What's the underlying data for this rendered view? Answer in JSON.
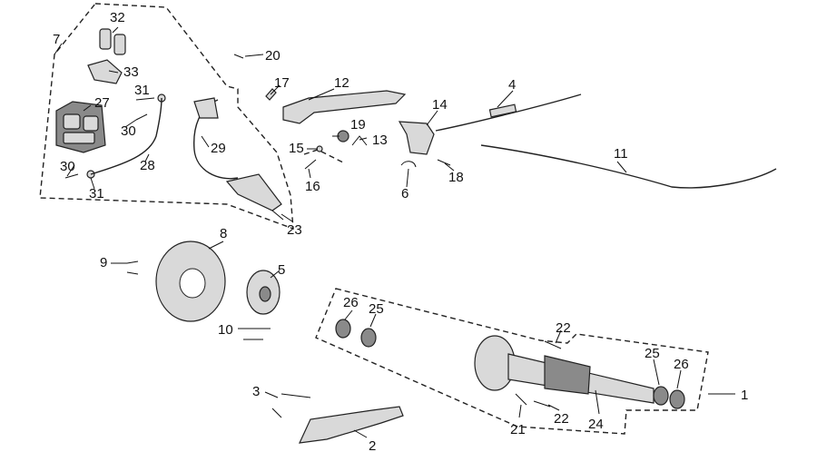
{
  "callouts": {
    "c1": "1",
    "c2": "2",
    "c3": "3",
    "c4": "4",
    "c5": "5",
    "c6": "6",
    "c7": "7",
    "c8": "8",
    "c9": "9",
    "c10": "10",
    "c11": "11",
    "c12": "12",
    "c13": "13",
    "c14": "14",
    "c15": "15",
    "c16": "16",
    "c17": "17",
    "c18": "18",
    "c19": "19",
    "c20": "20",
    "c21": "21",
    "c22a": "22",
    "c22b": "22",
    "c23": "23",
    "c24": "24",
    "c25a": "25",
    "c25b": "25",
    "c26a": "26",
    "c26b": "26",
    "c27": "27",
    "c28": "28",
    "c29": "29",
    "c30a": "30",
    "c30b": "30",
    "c31a": "31",
    "c31b": "31",
    "c32": "32",
    "c33": "33"
  }
}
